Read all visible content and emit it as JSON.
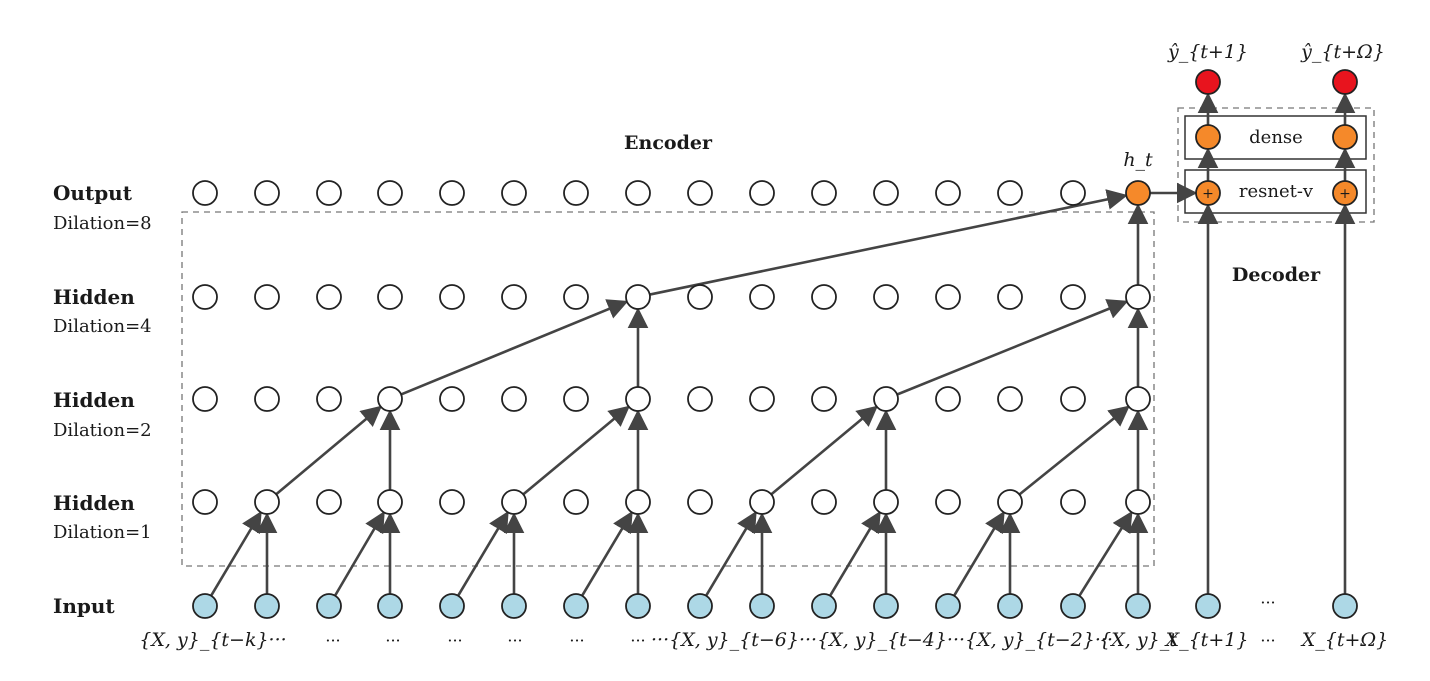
{
  "diagram": {
    "sections": {
      "encoder": "Encoder",
      "decoder": "Decoder"
    },
    "rows": [
      {
        "id": "output",
        "title": "Output",
        "subtitle": "Dilation=8"
      },
      {
        "id": "hidden4",
        "title": "Hidden",
        "subtitle": "Dilation=4"
      },
      {
        "id": "hidden2",
        "title": "Hidden",
        "subtitle": "Dilation=2"
      },
      {
        "id": "hidden1",
        "title": "Hidden",
        "subtitle": "Dilation=1"
      },
      {
        "id": "input",
        "title": "Input",
        "subtitle": ""
      }
    ],
    "state_label": "h_t",
    "decoder_blocks": {
      "dense": "dense",
      "resnet": "resnet-v"
    },
    "outputs": [
      "ŷ_{t+1}",
      "ŷ_{t+Ω}"
    ],
    "input_labels": [
      "{X, y}_{t−k}···",
      "···",
      "···",
      "···",
      "···",
      "···",
      "···",
      "···{X, y}_{t−6}···{X, y}_{t−4}···{X, y}_{t−2}···",
      "{X, y}_t",
      "X_{t+1}",
      "···",
      "X_{t+Ω}"
    ],
    "colors": {
      "input_node": "#add8e6",
      "state_node": "#f5892a",
      "output_node": "#e8141e",
      "hidden_node": "#ffffff",
      "stroke": "#222222",
      "edge": "#444444",
      "dashed_box": "#777777"
    }
  }
}
